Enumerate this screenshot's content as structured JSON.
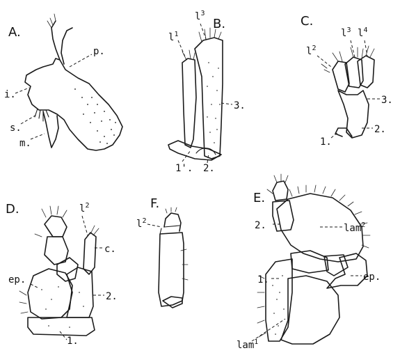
{
  "panels": {
    "A": {
      "title": "A.",
      "labels": {
        "p": "p.",
        "i": "i.",
        "s": "s.",
        "m": "m."
      }
    },
    "B": {
      "title": "B.",
      "labels": {
        "l3": "l",
        "l3_sup": "3",
        "l1": "l",
        "l1_sup": "1",
        "n3": "3.",
        "n1": "1'.",
        "n2": "2."
      }
    },
    "C": {
      "title": "C.",
      "labels": {
        "l3": "l",
        "l3_sup": "3",
        "l4": "l",
        "l4_sup": "4",
        "l2": "l",
        "l2_sup": "2",
        "n3": "3.",
        "n2": "2.",
        "n1": "1."
      }
    },
    "D": {
      "title": "D.",
      "labels": {
        "l2": "l",
        "l2_sup": "2",
        "c": "c.",
        "ep": "ep.",
        "n2": "2.",
        "n1": "1."
      }
    },
    "E": {
      "title": "E.",
      "labels": {
        "n2": "2.",
        "lam2": "lam",
        "lam2_sup": "2",
        "n1": "1.",
        "ep": "ep.",
        "lam1": "lam",
        "lam1_sup": "1"
      }
    },
    "F": {
      "title": "F.",
      "labels": {
        "l2": "l",
        "l2_sup": "2"
      }
    }
  },
  "colors": {
    "ink": "#1a1a1a",
    "paper": "#ffffff"
  }
}
